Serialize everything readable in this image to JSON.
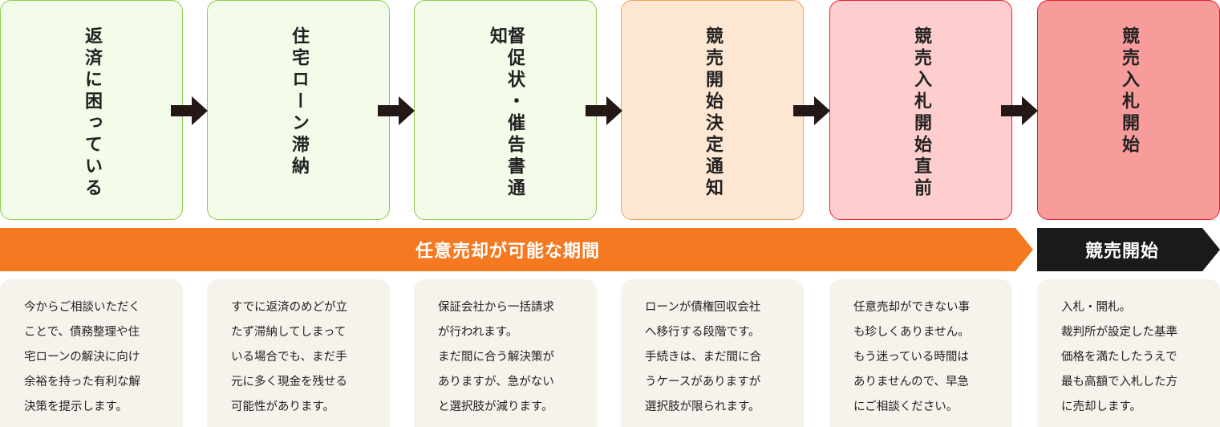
{
  "stages": [
    {
      "label": "返済に困っている",
      "fill": "#f3fbe9",
      "border": "#8ecb52"
    },
    {
      "label": "住宅ローン滞納",
      "fill": "#f3fbe9",
      "border": "#8ecb52"
    },
    {
      "label": "督促状・催告書通知",
      "fill": "#f3fbe9",
      "border": "#8ecb52"
    },
    {
      "label": "競売開始決定通知",
      "fill": "#fde7d2",
      "border": "#f0a15a"
    },
    {
      "label": "競売入札開始直前",
      "fill": "#fecece",
      "border": "#e8202a"
    },
    {
      "label": "競売入札開始",
      "fill": "#f79b9b",
      "border": "#e8202a"
    }
  ],
  "arrow_color": "#231815",
  "period_bar": {
    "label": "任意売却が可能な期間",
    "color": "#f47920"
  },
  "auction_bar": {
    "label": "競売開始",
    "color": "#1a1a1a"
  },
  "descriptions": [
    [
      "今からご相談いただく",
      "ことで、債務整理や住",
      "宅ローンの解決に向け",
      "余裕を持った有利な解",
      "決策を提示します。"
    ],
    [
      "すでに返済のめどが立",
      "たず滞納してしまって",
      "いる場合でも、まだ手",
      "元に多く現金を残せる",
      "可能性があります。"
    ],
    [
      "保証会社から一括請求",
      "が行われます。",
      "まだ間に合う解決策が",
      "ありますが、急がない",
      "と選択肢が減ります。"
    ],
    [
      "ローンが債権回収会社",
      "へ移行する段階です。",
      "手続きは、まだ間に合",
      "うケースがありますが",
      "選択肢が限られます。"
    ],
    [
      "任意売却ができない事",
      "も珍しくありません。",
      "もう迷っている時間は",
      "ありませんので、早急",
      "にご相談ください。"
    ],
    [
      "入札・開札。",
      "裁判所が設定した基準",
      "価格を満たしたうえで",
      "最も高額で入札した方",
      "に売却します。"
    ]
  ],
  "description_bg": "#f6f2ec"
}
